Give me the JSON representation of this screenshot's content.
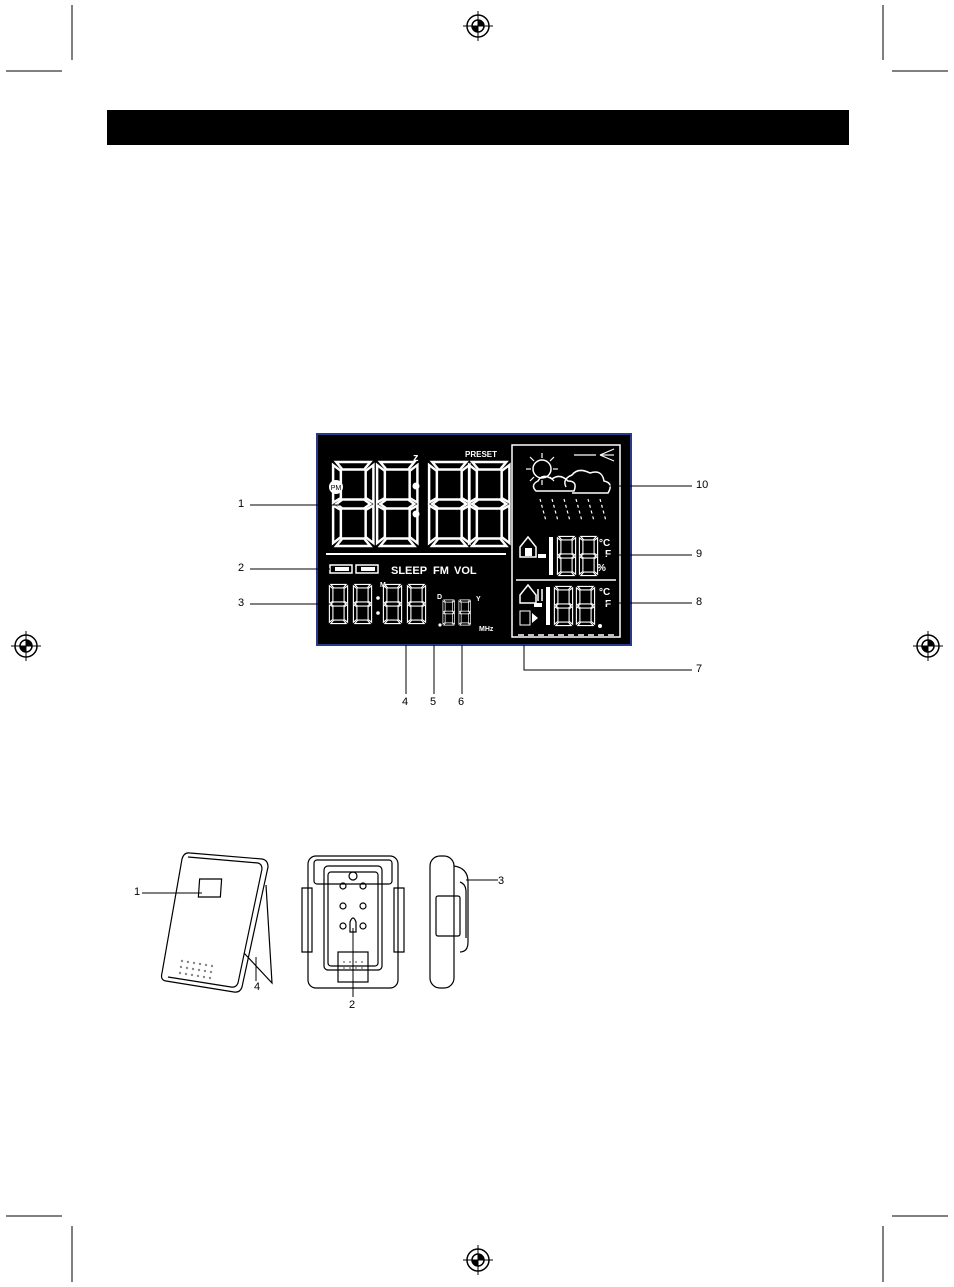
{
  "page": {
    "header_bar_text": ""
  },
  "lcd": {
    "preset_label": "PRESET",
    "pm_label": "PM",
    "sleep_label": "SLEEP",
    "fm_label": "FM",
    "vol_label": "VOL",
    "m_label": "M",
    "d_label": "D",
    "y_label": "Y",
    "mhz_label": "MHz",
    "zz_label": "z",
    "indoor_unit_c": "°C",
    "indoor_unit_f": "F",
    "outdoor_unit_c": "°C",
    "outdoor_unit_f": "F",
    "rh_label": "%",
    "percent": "%"
  },
  "lcd_callouts": {
    "left": [
      "1",
      "2",
      "3"
    ],
    "bottom": [
      "4",
      "5",
      "6"
    ],
    "right": [
      "10",
      "9",
      "8",
      "7"
    ]
  },
  "sensor_callouts": {
    "front": [
      "1",
      "4"
    ],
    "back": [
      "2"
    ],
    "side": [
      "3"
    ]
  },
  "colors": {
    "lcd_background": "#000000",
    "lcd_border": "#2a3a8a",
    "segment": "#ffffff"
  }
}
